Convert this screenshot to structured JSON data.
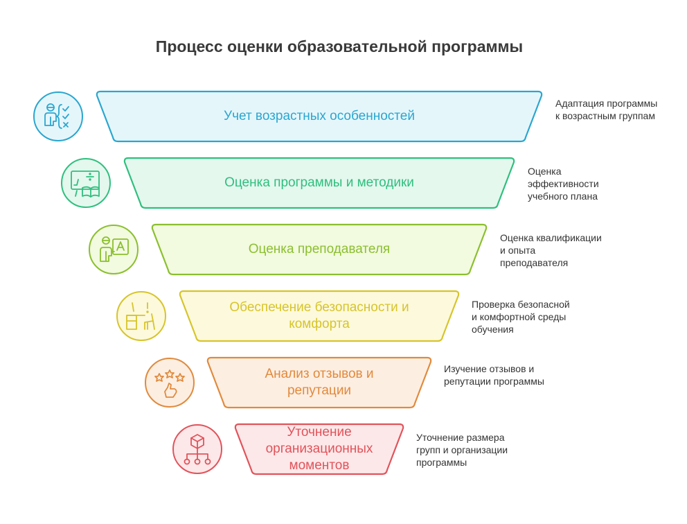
{
  "title": "Процесс оценки образовательной программы",
  "levels": [
    {
      "label": "Учет возрастных особенностей",
      "description": "Адаптация программы\nк возрастным группам",
      "icon": "student-checklist-icon",
      "stroke": "#2aa6cf",
      "fill": "#e5f6fb",
      "text_color": "#2aa6cf"
    },
    {
      "label": "Оценка программы и методики",
      "description": "Оценка\nэффективности\nучебного плана",
      "icon": "board-book-icon",
      "stroke": "#2fbf7e",
      "fill": "#e4f8ee",
      "text_color": "#2fbf7e"
    },
    {
      "label": "Оценка преподавателя",
      "description": "Оценка квалификации\nи опыта\nпреподавателя",
      "icon": "teacher-board-icon",
      "stroke": "#8bbf2f",
      "fill": "#f2fadf",
      "text_color": "#8bbf2f"
    },
    {
      "label": "Обеспечение безопасности и комфорта",
      "description": "Проверка безопасной\nи комфортной среды\nобучения",
      "icon": "desk-chair-icon",
      "stroke": "#d7c42a",
      "fill": "#fcf9dc",
      "text_color": "#d7c42a"
    },
    {
      "label": "Анализ отзывов и репутации",
      "description": "Изучение отзывов и\nрепутации программы",
      "icon": "stars-hand-icon",
      "stroke": "#e08a3c",
      "fill": "#fdeee2",
      "text_color": "#e08a3c"
    },
    {
      "label": "Уточнение организационных моментов",
      "description": "Уточнение размера\nгрупп и организации\nпрограммы",
      "icon": "org-structure-icon",
      "stroke": "#e0535a",
      "fill": "#fde8e9",
      "text_color": "#e0535a"
    }
  ]
}
